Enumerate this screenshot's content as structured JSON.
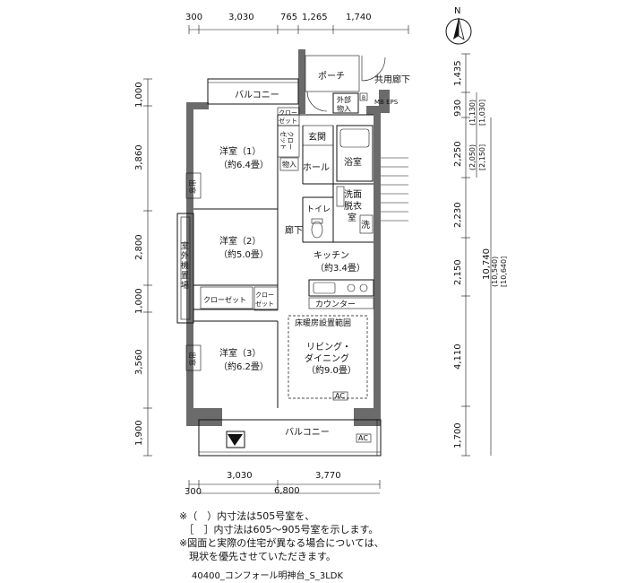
{
  "dims": {
    "top": [
      "300",
      "3,030",
      "765",
      "1,265",
      "1,740"
    ],
    "bottom_segments": [
      "300",
      "3,030",
      "3,770"
    ],
    "bottom_total": "6,800",
    "left": [
      "1,000",
      "3,860",
      "2,800",
      "1,000",
      "3,560",
      "1,900"
    ],
    "right_col1": [
      "1,435",
      "930",
      "2,250",
      "2,230",
      "2,150",
      "4,110",
      "1,700"
    ],
    "right_col1_alt": [
      "(2,050)",
      "[2,150]",
      "(1,130)",
      "[1,030]"
    ],
    "right_total": "10,740",
    "right_total_alt": [
      "(10,540)",
      "[10,640]"
    ]
  },
  "rooms": {
    "balcony_top": "バルコニー",
    "porch": "ポーチ",
    "common_corridor": "共用廊下",
    "outdoor_storage": [
      "外部",
      "物入"
    ],
    "mb_eps": "MB EPS",
    "b_mark": "B",
    "closet_a": [
      "クロー",
      "ゼット"
    ],
    "closet_b": [
      "クロー",
      "ゼット"
    ],
    "entrance": "玄関",
    "storage": "物入",
    "hall": "ホール",
    "bath": "浴室",
    "room1": [
      "洋室（1）",
      "（約6.4畳）"
    ],
    "window_1": "出窓",
    "room2": [
      "洋室（2）",
      "（約5.0畳）"
    ],
    "toilet": "トイレ",
    "corridor": "廊下",
    "washroom": [
      "洗面",
      "脱衣",
      "室"
    ],
    "washer": "洗",
    "kitchen": [
      "キッチン",
      "（約3.4畳）"
    ],
    "outdoor_unit": [
      "室",
      "外",
      "機",
      "置",
      "場"
    ],
    "closet_c": "クローゼット",
    "closet_d": [
      "クロー",
      "ゼット"
    ],
    "counter": "カウンター",
    "floor_heating": "床暖房設置範囲",
    "room3": [
      "洋室（3）",
      "（約6.2畳）"
    ],
    "window_3": "出窓",
    "living": [
      "リビング・",
      "ダイニング",
      "（約9.0畳）"
    ],
    "ac_living": "AC",
    "balcony_bottom": "バルコニー",
    "ac_balcony": "AC",
    "north": "N"
  },
  "notes": [
    "※（　）内寸法は505号室を、",
    "　［　］内寸法は605～905号室を示します。",
    "※図面と実際の住宅が異なる場合については、",
    "　現状を優先させていただきます。"
  ],
  "footer": "40400_コンフォール明神台_S_3LDK"
}
